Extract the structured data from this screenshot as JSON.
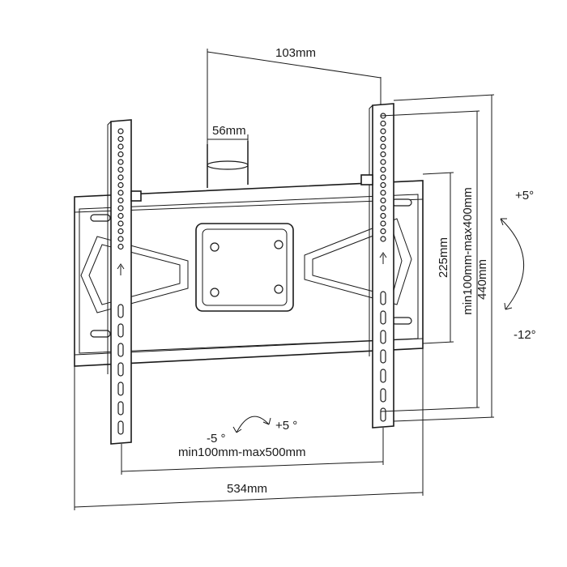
{
  "dimensions": {
    "depth_max": "103mm",
    "depth_min": "56mm",
    "vesa_vertical_max": "min100mm-max400mm",
    "height_total": "440mm",
    "vesa_vertical_inner": "225mm",
    "vesa_horizontal": "min100mm-max500mm",
    "width_total": "534mm"
  },
  "tilt": {
    "up": "+5°",
    "down": "-12°"
  },
  "swivel": {
    "left": "-5 °",
    "right": "+5 °"
  }
}
